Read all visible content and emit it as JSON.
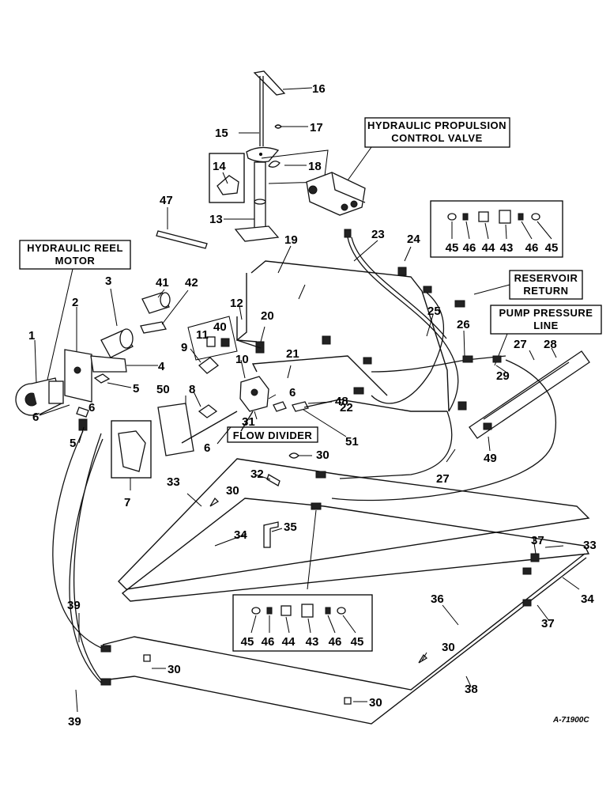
{
  "labels": {
    "hydraulic_propulsion_line1": "HYDRAULIC PROPULSION",
    "hydraulic_propulsion_line2": "CONTROL  VALVE",
    "hydraulic_reel_line1": "HYDRAULIC  REEL",
    "hydraulic_reel_line2": "MOTOR",
    "reservoir_line1": "RESERVOIR",
    "reservoir_line2": "RETURN",
    "pump_pressure_line1": "PUMP PRESSURE",
    "pump_pressure_line2": "LINE",
    "flow_divider": "FLOW DIVIDER",
    "drawing_code": "A-71900C"
  },
  "callouts": {
    "n1": "1",
    "n2": "2",
    "n3": "3",
    "n4": "4",
    "n5a": "5",
    "n5b": "5",
    "n6a": "6",
    "n6b": "6",
    "n6c": "6",
    "n6d": "6",
    "n7": "7",
    "n8": "8",
    "n9": "9",
    "n10": "10",
    "n11": "11",
    "n12": "12",
    "n13": "13",
    "n14": "14",
    "n15": "15",
    "n16": "16",
    "n17": "17",
    "n18": "18",
    "n19": "19",
    "n20": "20",
    "n21": "21",
    "n22": "22",
    "n23": "23",
    "n24": "24",
    "n25": "25",
    "n26": "26",
    "n27a": "27",
    "n27b": "27",
    "n28": "28",
    "n29": "29",
    "n30a": "30",
    "n30b": "30",
    "n30c": "30",
    "n30d": "30",
    "n30e": "30",
    "n31": "31",
    "n32": "32",
    "n33a": "33",
    "n33b": "33",
    "n34a": "34",
    "n34b": "34",
    "n35": "35",
    "n36": "36",
    "n37a": "37",
    "n37b": "37",
    "n38": "38",
    "n39a": "39",
    "n39b": "39",
    "n40": "40",
    "n41": "41",
    "n42": "42",
    "n47": "47",
    "n48": "48",
    "n49": "49",
    "n50": "50",
    "n51": "51"
  },
  "fitting_kit_top": [
    "45",
    "46",
    "44",
    "43",
    "46",
    "45"
  ],
  "fitting_kit_bottom": [
    "45",
    "46",
    "44",
    "43",
    "46",
    "45"
  ]
}
